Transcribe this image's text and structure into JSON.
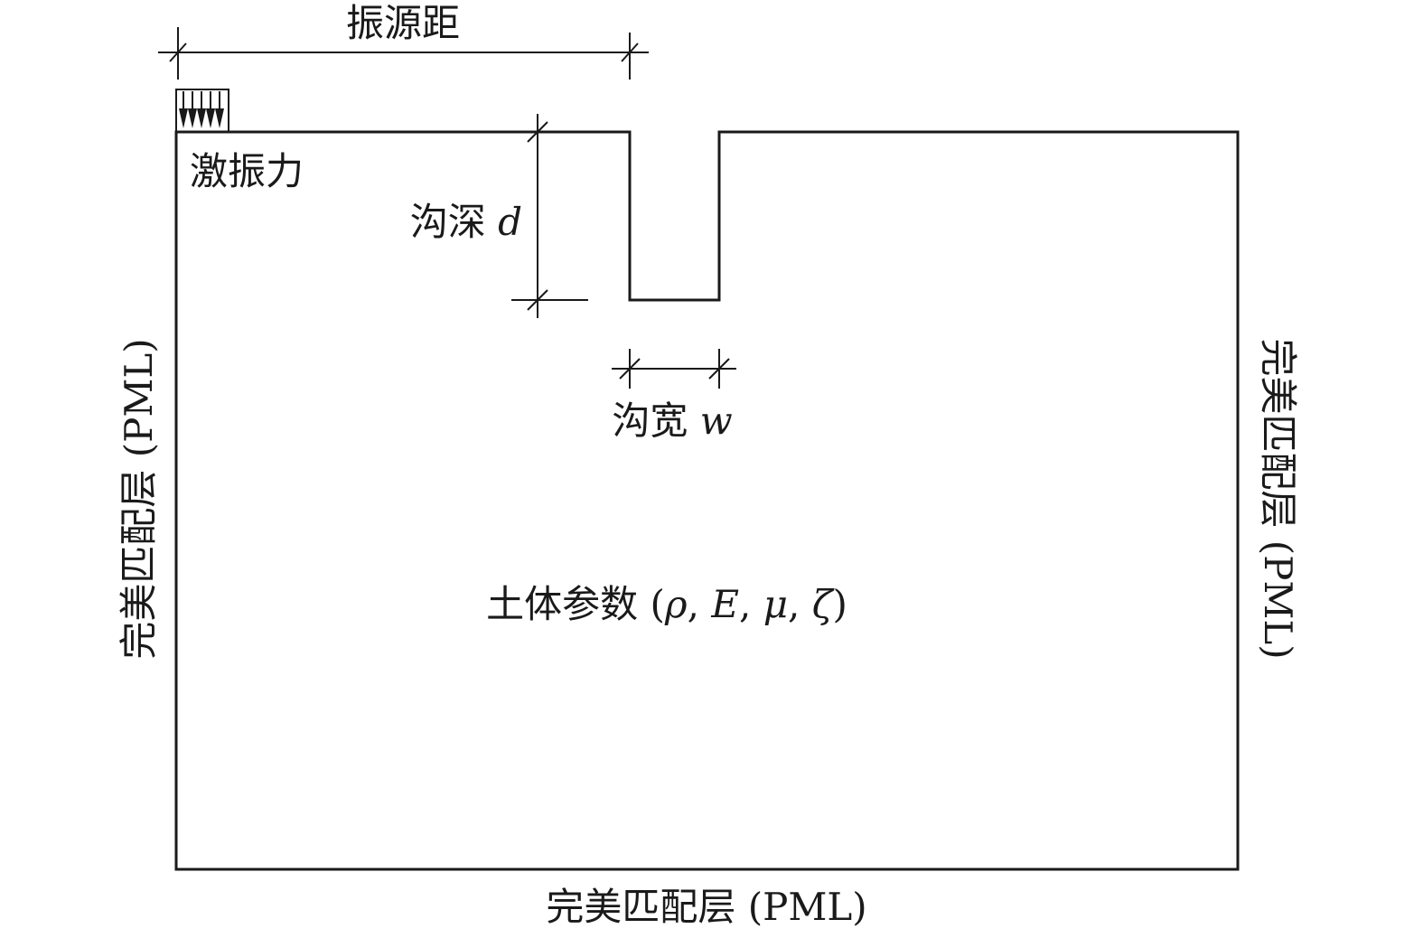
{
  "labels": {
    "source_distance": "振源距",
    "excitation_force": "激振力",
    "trench_depth": "沟深",
    "trench_depth_symbol": "d",
    "trench_width": "沟宽",
    "trench_width_symbol": "w",
    "soil_params_prefix": "土体参数 (",
    "soil_params_rho": "ρ",
    "soil_params_sep1": ", ",
    "soil_params_E": "E",
    "soil_params_sep2": ", ",
    "soil_params_mu": "μ",
    "soil_params_sep3": ", ",
    "soil_params_zeta": "ζ",
    "soil_params_suffix": ")",
    "pml_left": "完美匹配层 (PML)",
    "pml_right": "完美匹配层 (PML)",
    "pml_bottom": "完美匹配层 (PML)"
  }
}
